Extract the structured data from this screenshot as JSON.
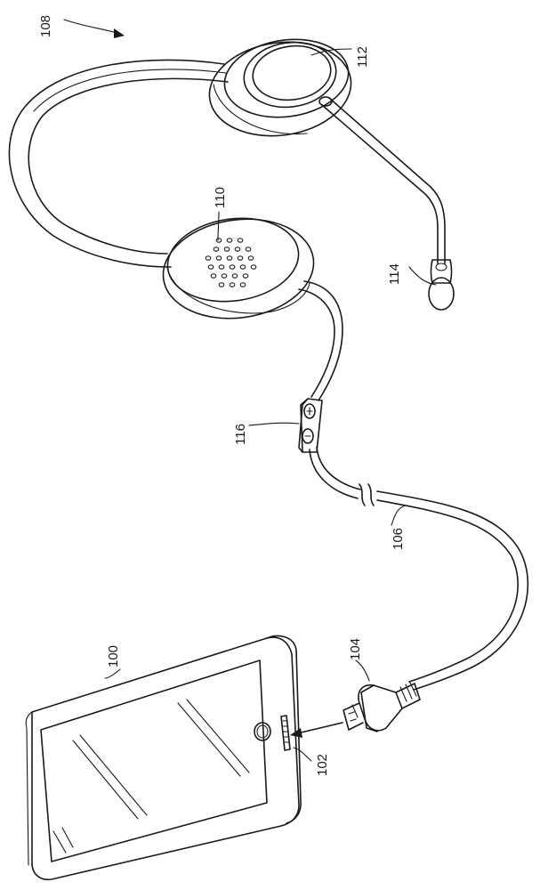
{
  "figure": {
    "labels": {
      "system": "108",
      "device": "100",
      "port": "102",
      "connector": "104",
      "cable": "106",
      "left_earcup": "110",
      "right_earcup": "112",
      "microphone": "114",
      "inline_control": "116"
    }
  }
}
